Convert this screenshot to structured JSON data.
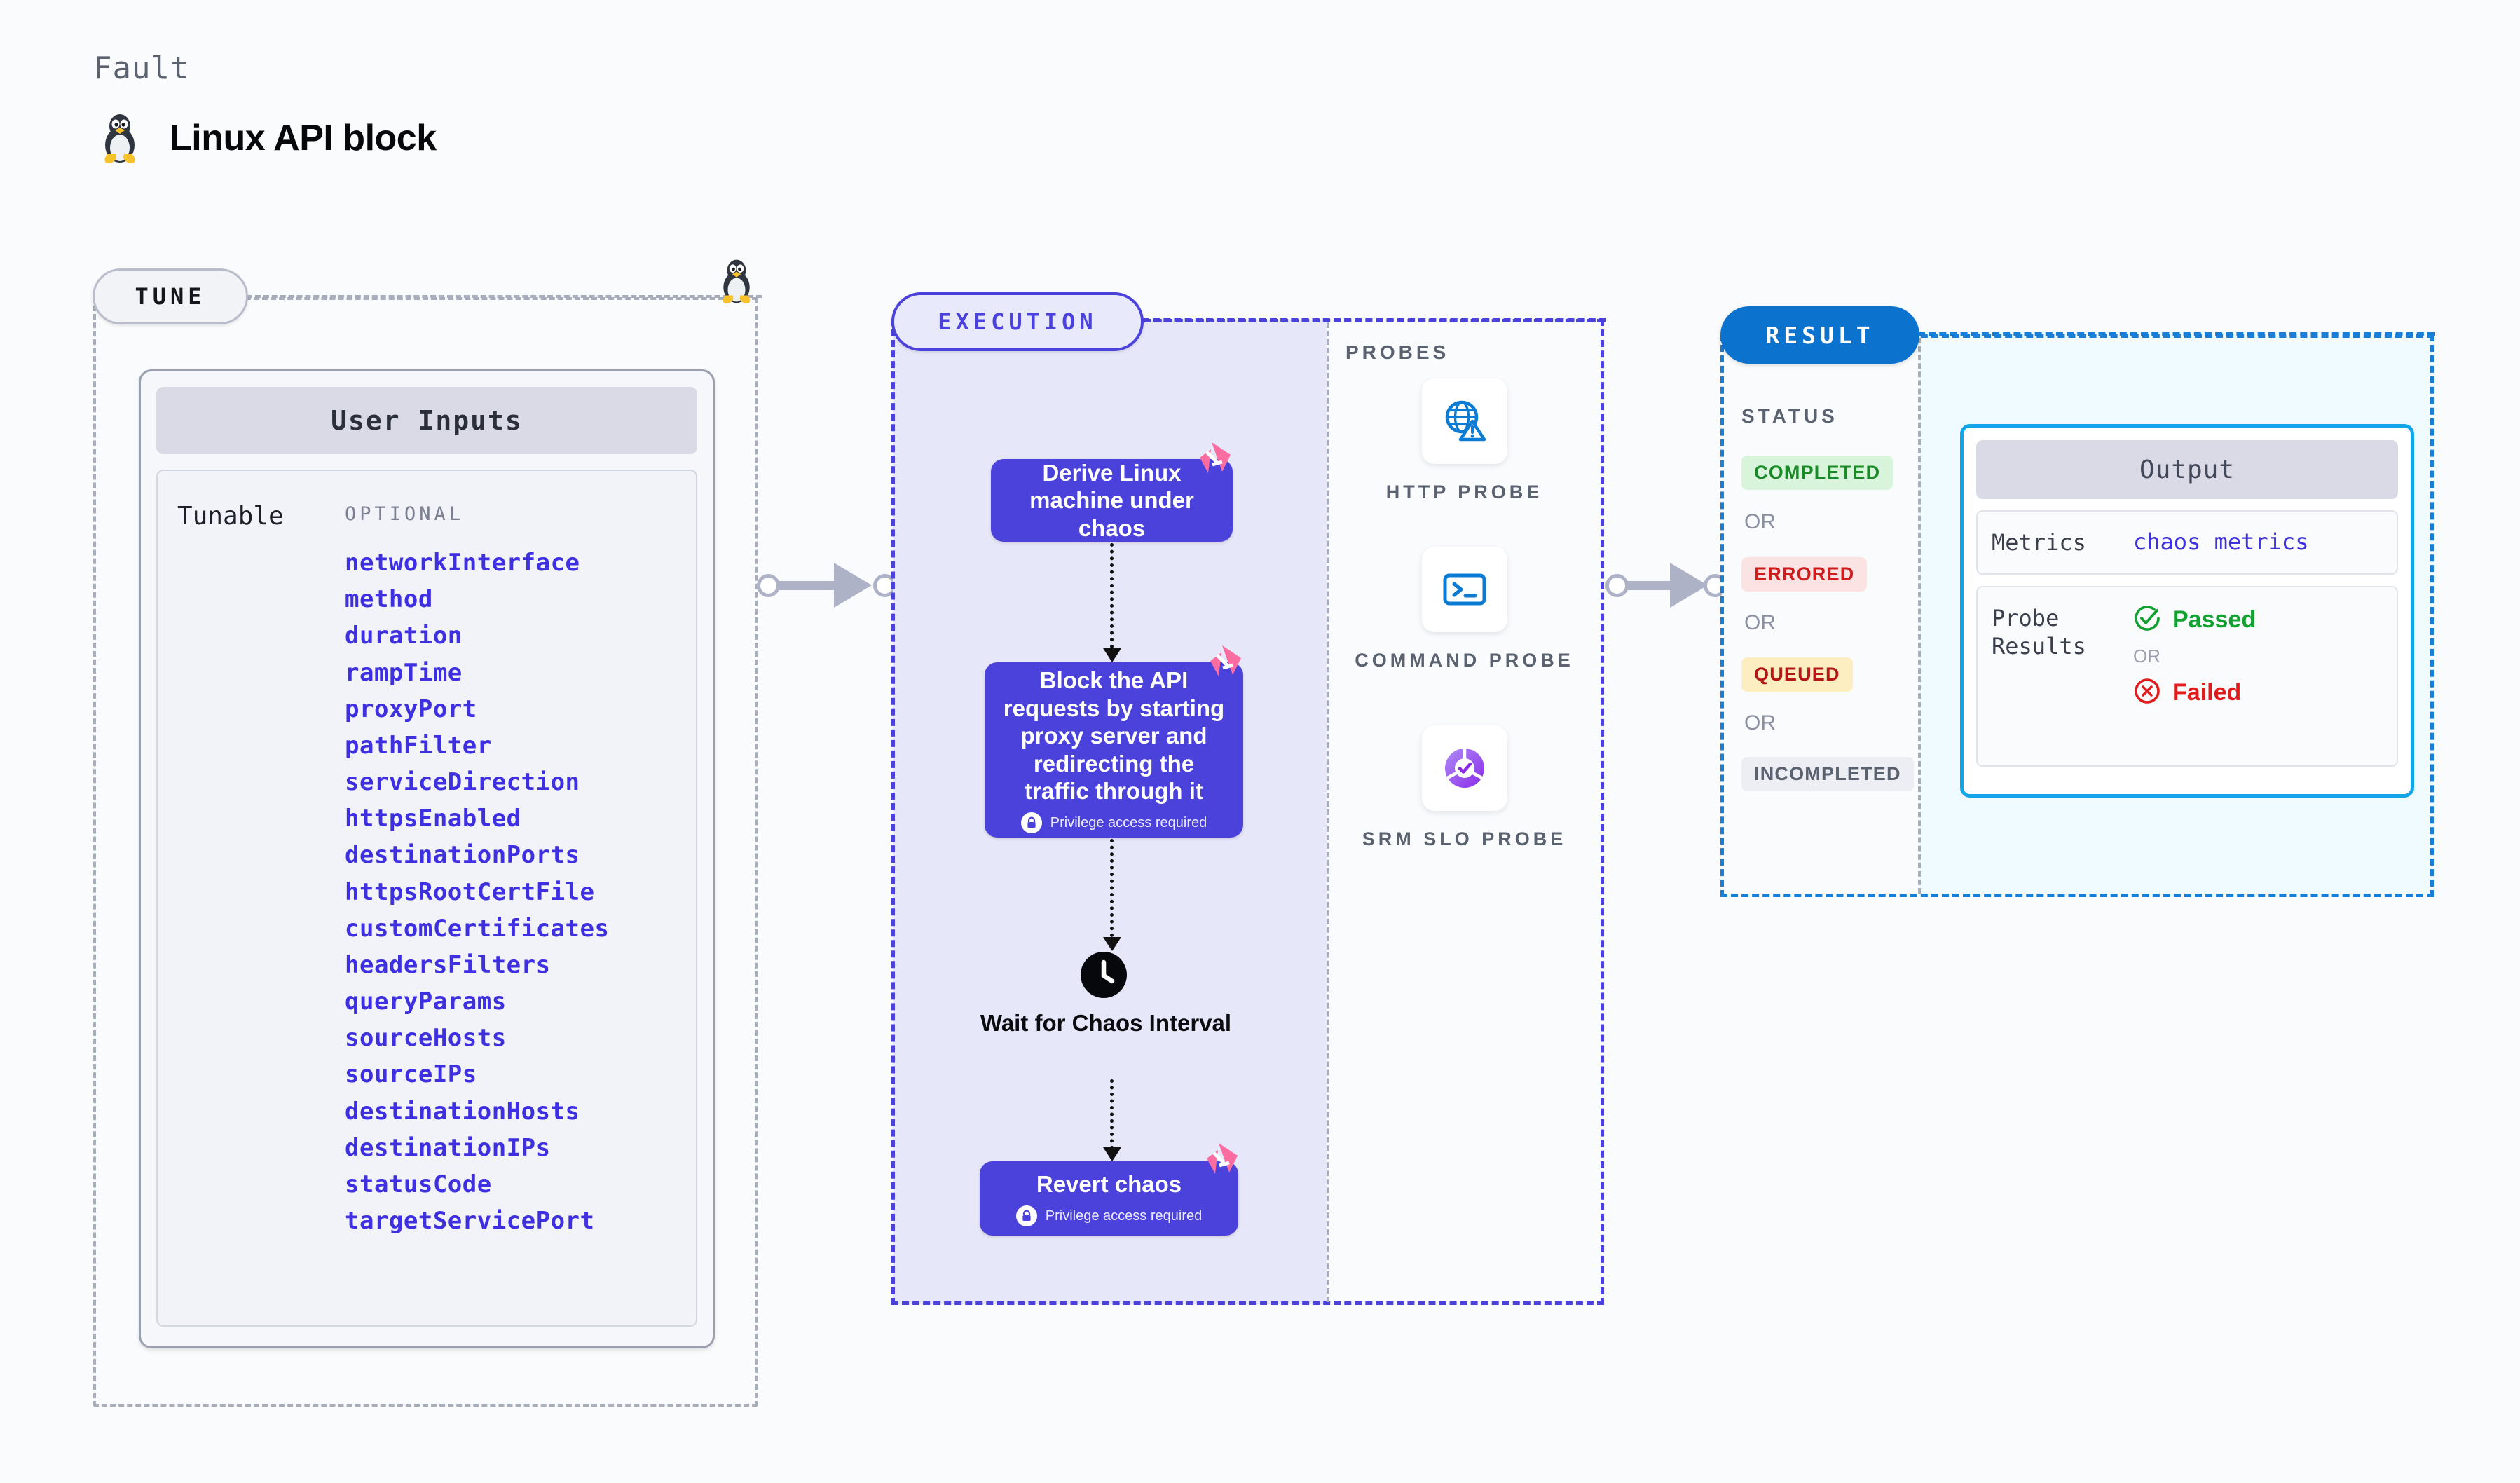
{
  "header": {
    "eyebrow": "Fault",
    "title": "Linux API block",
    "icon": "linux-penguin-icon"
  },
  "sections": {
    "tune": {
      "badge": "TUNE"
    },
    "execution": {
      "badge": "EXECUTION"
    },
    "result": {
      "badge": "RESULT"
    }
  },
  "tune": {
    "card_header": "User Inputs",
    "group_label": "Tunable",
    "optional_label": "OPTIONAL",
    "parameters": [
      "networkInterface",
      "method",
      "duration",
      "rampTime",
      "proxyPort",
      "pathFilter",
      "serviceDirection",
      "httpsEnabled",
      "destinationPorts",
      "httpsRootCertFile",
      "customCertificates",
      "headersFilters",
      "queryParams",
      "sourceHosts",
      "sourceIPs",
      "destinationHosts",
      "destinationIPs",
      "statusCode",
      "targetServicePort"
    ]
  },
  "execution": {
    "nodes": [
      {
        "text": "Derive Linux machine under chaos",
        "privilege": null
      },
      {
        "text": "Block the API requests by starting proxy server and redirecting the traffic through it",
        "privilege": "Privilege access required"
      },
      {
        "text": "Revert chaos",
        "privilege": "Privilege access required"
      }
    ],
    "wait": {
      "icon": "clock-icon",
      "label": "Wait for Chaos Interval"
    }
  },
  "probes": {
    "title": "PROBES",
    "items": [
      {
        "label": "HTTP PROBE",
        "icon": "globe-warning-icon"
      },
      {
        "label": "COMMAND PROBE",
        "icon": "terminal-icon"
      },
      {
        "label": "SRM SLO PROBE",
        "icon": "slo-donut-check-icon"
      }
    ]
  },
  "result": {
    "status_title": "STATUS",
    "or_label": "OR",
    "statuses": [
      {
        "label": "COMPLETED",
        "variant": "b-completed"
      },
      {
        "label": "ERRORED",
        "variant": "b-errored"
      },
      {
        "label": "QUEUED",
        "variant": "b-queued"
      },
      {
        "label": "INCOMPLETED",
        "variant": "b-incompleted"
      }
    ],
    "output": {
      "header": "Output",
      "metrics_key": "Metrics",
      "metrics_value": "chaos metrics",
      "probe_results_key": "Probe Results",
      "passed": "Passed",
      "failed": "Failed",
      "or_label": "OR"
    }
  },
  "colors": {
    "primary_purple": "#4b42db",
    "result_blue": "#0b72ce",
    "output_cyan": "#12a5e8",
    "param_blue": "#3e2fe0",
    "pass_green": "#12a030",
    "fail_red": "#e01b1b",
    "harness_pink": "#fb6ca0"
  }
}
